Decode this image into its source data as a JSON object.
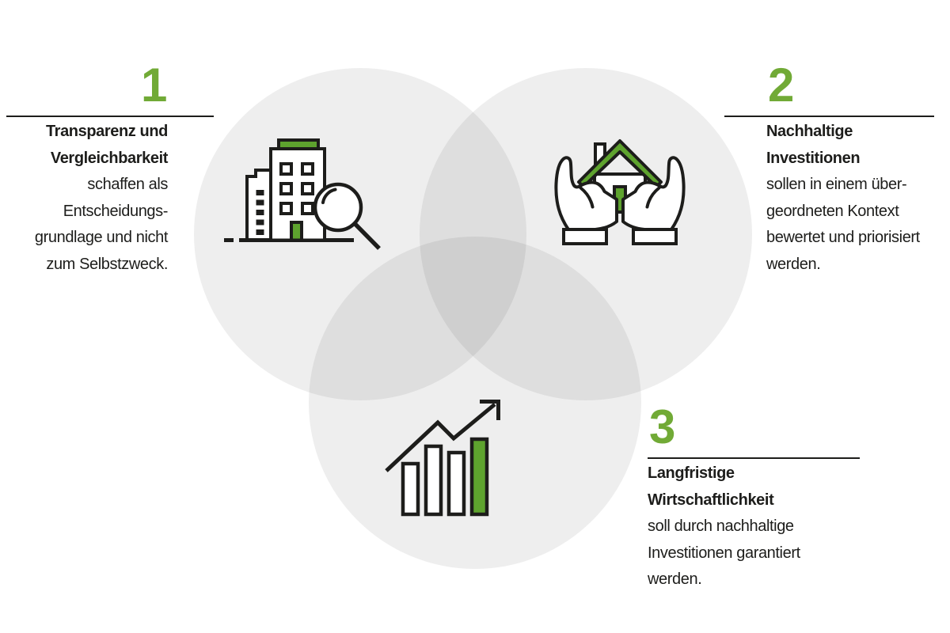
{
  "colors": {
    "ink": "#1d1d1b",
    "green_number": "#71aa36",
    "green_icon": "#5ea32e",
    "circle_fill": "rgba(29,29,27,0.075)"
  },
  "venn": {
    "circles": [
      "transparency",
      "sustainable-investment",
      "long-term-profitability"
    ]
  },
  "icons": {
    "building_magnifier": "building-with-magnifier",
    "hands_house": "hands-holding-house",
    "growth_chart": "rising-bar-chart-with-arrow"
  },
  "sections": [
    {
      "number": "1",
      "title_lines": [
        "Transparenz und",
        "Vergleichbarkeit"
      ],
      "body_lines": [
        "schaffen als",
        "Entscheidungs-",
        "grundlage und nicht",
        "zum Selbstzweck."
      ]
    },
    {
      "number": "2",
      "title_lines": [
        "Nachhaltige",
        "Investitionen"
      ],
      "body_lines": [
        "sollen in einem über-",
        "geordneten Kontext",
        "bewertet und priorisiert",
        "werden."
      ]
    },
    {
      "number": "3",
      "title_lines": [
        "Langfristige",
        "Wirtschaftlichkeit"
      ],
      "body_lines": [
        "soll durch nachhaltige",
        "Investitionen garantiert",
        "werden."
      ]
    }
  ]
}
